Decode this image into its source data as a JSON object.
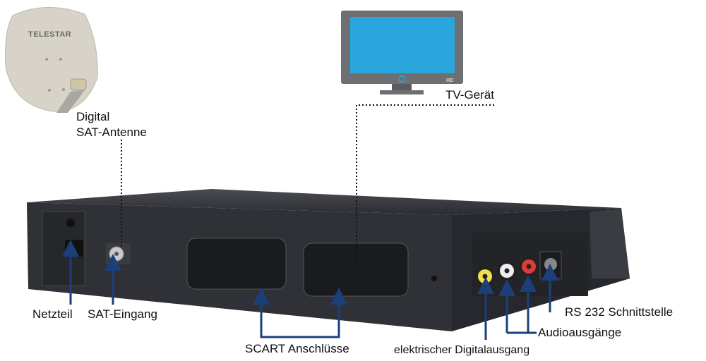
{
  "dish": {
    "brand": "TELESTAR",
    "label_line1": "Digital",
    "label_line2": "SAT-Antenne"
  },
  "tv": {
    "badge": "HD",
    "label": "TV-Gerät"
  },
  "labels": {
    "power": "Netzteil",
    "sat_input": "SAT-Eingang",
    "scart": "SCART Anschlüsse",
    "digital_out": "elektrischer Digitalausgang",
    "audio_out": "Audioausgänge",
    "rs232": "RS 232 Schnittstelle"
  },
  "colors": {
    "arrow": "#1c3f7a",
    "tv_screen": "#2aa6dc",
    "dish": "#d8d3c8",
    "receiver": "#2b2d33"
  }
}
